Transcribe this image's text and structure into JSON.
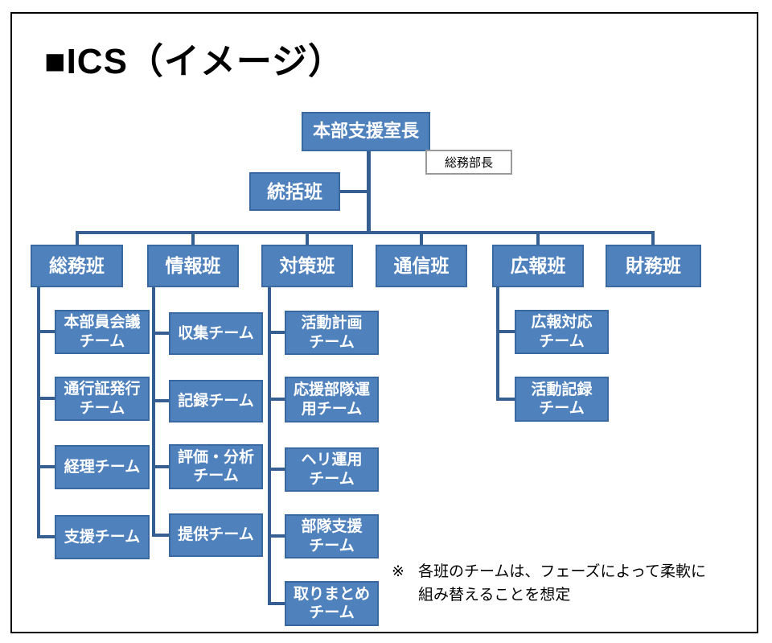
{
  "title": "■ICS（イメージ）",
  "org": {
    "root": {
      "label": "本部支援室長",
      "role_note": "総務部長"
    },
    "staff": {
      "label": "統括班"
    },
    "sections": [
      {
        "label": "総務班",
        "teams": [
          "本部員会議\nチーム",
          "通行証発行\nチーム",
          "経理チーム",
          "支援チーム"
        ]
      },
      {
        "label": "情報班",
        "teams": [
          "収集チーム",
          "記録チーム",
          "評価・分析\nチーム",
          "提供チーム"
        ]
      },
      {
        "label": "対策班",
        "teams": [
          "活動計画\nチーム",
          "応援部隊運\n用チーム",
          "ヘリ運用\nチーム",
          "部隊支援\nチーム",
          "取りまとめ\nチーム"
        ]
      },
      {
        "label": "通信班",
        "teams": []
      },
      {
        "label": "広報班",
        "teams": [
          "広報対応\nチーム",
          "活動記録\nチーム"
        ]
      },
      {
        "label": "財務班",
        "teams": []
      }
    ]
  },
  "footnote": {
    "marker": "※",
    "text": "各班のチームは、フェーズによって柔軟に\n組み替えることを想定"
  },
  "colors": {
    "box_fill": "#4f81bd",
    "box_border": "#3a68a0",
    "connector": "#355f91",
    "role_label_border": "#999999",
    "text_on_box": "#ffffff",
    "text": "#000000"
  }
}
